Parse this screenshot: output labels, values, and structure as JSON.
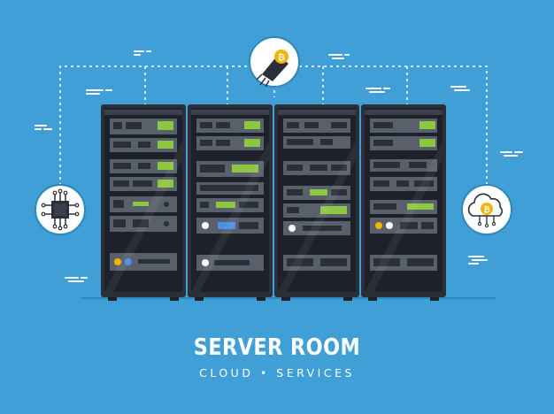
{
  "title": "SERVER ROOM",
  "subtitle": "CLOUD • SERVICES",
  "colors": {
    "background": "#3f9fd6",
    "rack": "#2a2f38",
    "rack_dark": "#1d2129",
    "accent_green": "#8dc641",
    "accent_blue": "#4a8fe7",
    "accent_yellow": "#f4b400",
    "connector": "#ffffff"
  },
  "icons": {
    "left": "cpu-chip-icon",
    "top": "bitcoin-plug-icon",
    "right": "bitcoin-cloud-icon"
  },
  "rack_count": 4
}
